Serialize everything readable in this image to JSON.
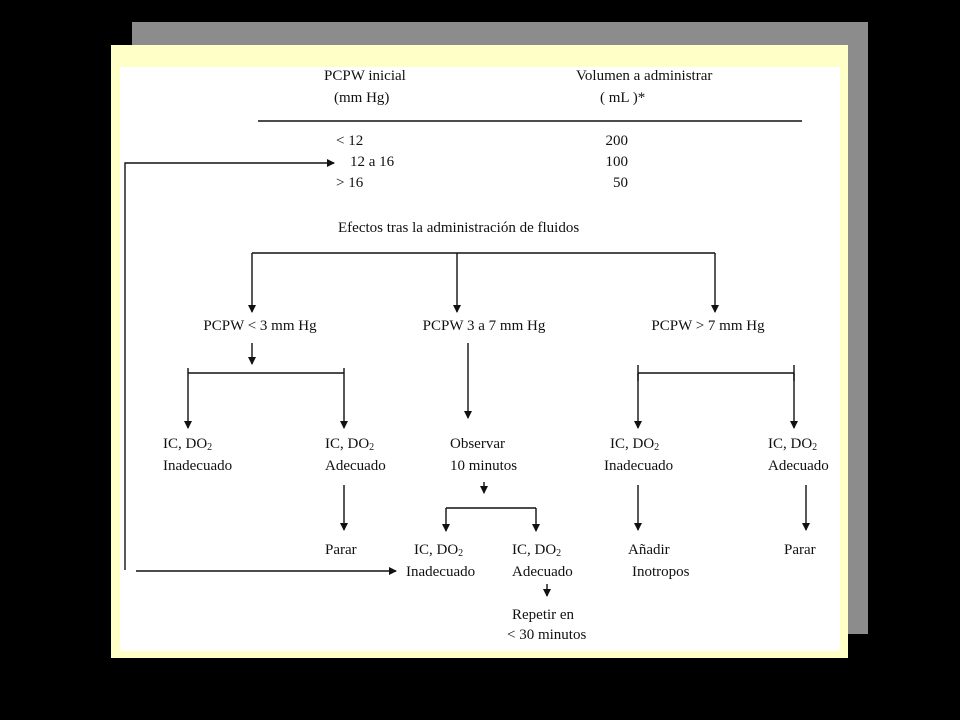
{
  "table": {
    "col1_header": [
      "PCPW inicial",
      "(mm Hg)"
    ],
    "col2_header": [
      "Volumen a administrar",
      "( mL )*"
    ],
    "rows": [
      {
        "pcpw": "< 12",
        "volume": "200"
      },
      {
        "pcpw": "12 a 16",
        "volume": "100"
      },
      {
        "pcpw": "> 16",
        "volume": "50"
      }
    ]
  },
  "effects_title": "Efectos tras la administración de fluidos",
  "branches": {
    "left": {
      "title": "PCPW < 3 mm Hg",
      "outcome_bad": {
        "line1": "IC, DO",
        "sub": "2",
        "line2": "Inadecuado"
      },
      "outcome_good": {
        "line1": "IC, DO",
        "sub": "2",
        "line2": "Adecuado"
      },
      "action_good": "Parar"
    },
    "middle": {
      "title": "PCPW  3 a 7 mm Hg",
      "observe": [
        "Observar",
        "10 minutos"
      ],
      "outcome_bad": {
        "line1": "IC, DO",
        "sub": "2",
        "line2": "Inadecuado"
      },
      "outcome_good": {
        "line1": "IC, DO",
        "sub": "2",
        "line2": "Adecuado"
      },
      "repeat": [
        "Repetir en",
        "< 30 minutos"
      ]
    },
    "right": {
      "title": "PCPW > 7 mm Hg",
      "outcome_bad": {
        "line1": "IC, DO",
        "sub": "2",
        "line2": "Inadecuado"
      },
      "outcome_good": {
        "line1": "IC, DO",
        "sub": "2",
        "line2": "Adecuado"
      },
      "action_bad": [
        "Añadir",
        "Inotropos"
      ],
      "action_good": "Parar"
    }
  },
  "colors": {
    "background": "#000000",
    "shadow": "#8c8c8c",
    "frame": "#ffffc8",
    "panel": "#ffffff",
    "ink": "#111111"
  }
}
